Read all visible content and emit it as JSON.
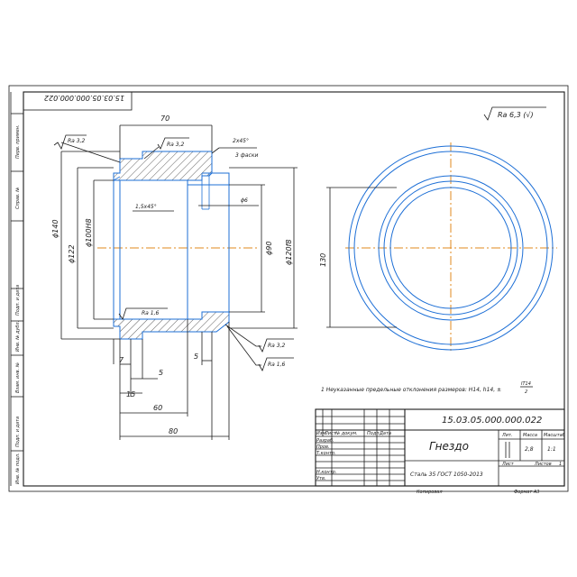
{
  "drawing": {
    "designation": "15.03.05.000.000.022",
    "designation_rotated": "15.03.05.000.000.022",
    "roughness_general": "Ra 6,3 (√)",
    "note": "1 Неуказанные предельные отклонения размеров: Н14, h14, ±",
    "note_fraction_top": "IT14",
    "note_fraction_bottom": "2",
    "colors": {
      "contour": "#1d6fd6",
      "axis": "#e08a1e",
      "lines": "#1a1a1a"
    }
  },
  "dims": {
    "d70": "70",
    "d60": "60",
    "d80": "80",
    "d15": "15",
    "d7": "7",
    "d5a": "5",
    "d5b": "5",
    "chamfer_top": "2x45°",
    "chamfer_count": "3 фаски",
    "chamfer_inner": "1,5x45°",
    "d_phi140": "ϕ140",
    "d_phi122": "ϕ122",
    "d_phi100": "ϕ100H8",
    "d_phi6": "ϕ6",
    "d_phi90": "ϕ90",
    "d_phi120": "ϕ120f8",
    "d_130": "130",
    "ra32_a": "Ra 3,2",
    "ra32_b": "Ra 3,2",
    "ra16_a": "Ra 1,6",
    "ra32_c": "Ra 3,2",
    "ra16_b": "Ra 1,6"
  },
  "title_block": {
    "designation": "15.03.05.000.000.022",
    "name": "Гнездо",
    "material": "Сталь 35  ГОСТ 1050-2013",
    "lit_label": "Лит.",
    "mass_label": "Масса",
    "scale_label": "Масштаб",
    "mass": "2,8",
    "scale": "1:1",
    "sheet_label": "Лист",
    "sheets_label": "Листов",
    "sheets": "1",
    "rows": [
      "Изм.",
      "Лист",
      "№ докум.",
      "Подп.",
      "Дата"
    ],
    "roles": [
      "Разраб.",
      "Пров.",
      "Т.контр.",
      "Н.контр.",
      "Утв."
    ],
    "copied": "Копировал",
    "format": "Формат  А3"
  },
  "side_strip": [
    "Перв. примен.",
    "Справ. №",
    "Подп. и дата",
    "Инв. № дубл.",
    "Взам. инв. №",
    "Подп. и дата",
    "Инв. № подл."
  ]
}
